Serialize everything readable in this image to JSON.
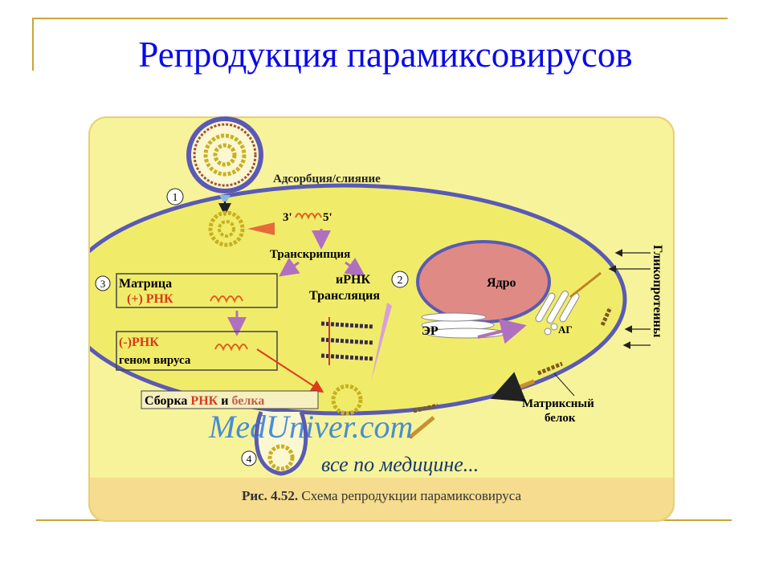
{
  "slide": {
    "title": "Репродукция парамиксовирусов"
  },
  "diagram": {
    "labels": {
      "adsorption": "Адсорбция/слияние",
      "step1": "1",
      "step2": "2",
      "step3": "3",
      "step4": "4",
      "rna_3": "3'",
      "rna_5": "5'",
      "transcription": "Транскрипция",
      "mrna": "иРНК",
      "translation": "Трансляция",
      "matrix_line1": "Матрица",
      "matrix_line2": "(+) РНК",
      "neg_rna_line1": "(-)РНК",
      "neg_rna_line2": "геном вируса",
      "nucleus": "Ядро",
      "er": "ЭР",
      "golgi": "АГ",
      "glycoproteins": "Гликопротеины",
      "assembly_prefix": "Сборка ",
      "assembly_rna": "РНК",
      "assembly_and": " и ",
      "assembly_protein": "белка",
      "matrix_protein_line1": "Матриксный",
      "matrix_protein_line2": "белок"
    },
    "watermark": {
      "site": "MedUniver.com",
      "slogan": "все по медицине..."
    },
    "caption": {
      "bold": "Рис. 4.52.",
      "text": " Схема репродукции парамиксовируса"
    }
  },
  "colors": {
    "title": "#0a0ae6",
    "accent_line": "#c8a53a",
    "cell_fill": "#f0ec6a",
    "membrane": "#5a5ab4",
    "nucleus": "#e08a86"
  }
}
